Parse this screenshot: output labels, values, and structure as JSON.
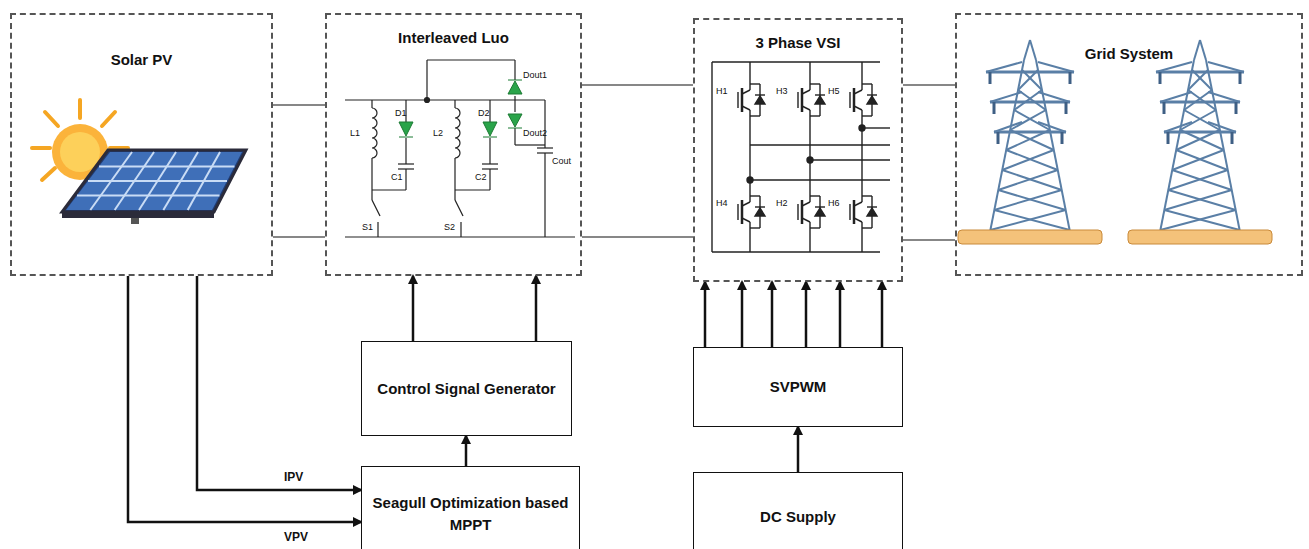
{
  "diagram": {
    "nodes": [
      {
        "text": [
          "Solar PV"
        ]
      },
      {
        "text": [
          "Interleaved Luo"
        ]
      },
      {
        "text": [
          "3 Phase VSI"
        ]
      },
      {
        "text": [
          "Grid System"
        ]
      },
      {
        "text": [
          "Control Signal Generator"
        ]
      },
      {
        "text": [
          "Seagull Optimization based MPPT"
        ]
      },
      {
        "text": [
          "SVPWM"
        ]
      },
      {
        "text": [
          "DC Supply"
        ]
      }
    ],
    "edges": [
      {
        "from": 0,
        "to": 1,
        "arrow": "none"
      },
      {
        "from": 0,
        "to": 1,
        "arrow": "none"
      },
      {
        "from": 1,
        "to": 2,
        "arrow": "none"
      },
      {
        "from": 1,
        "to": 2,
        "arrow": "none"
      },
      {
        "from": 2,
        "to": 3,
        "arrow": "none"
      },
      {
        "from": 2,
        "to": 3,
        "arrow": "none"
      },
      {
        "from": 4,
        "to": 1,
        "arrow": "to"
      },
      {
        "from": 4,
        "to": 1,
        "arrow": "to"
      },
      {
        "from": 5,
        "to": 4,
        "arrow": "to"
      },
      {
        "from": 0,
        "to": 5,
        "arrow": "to",
        "label": "IPV"
      },
      {
        "from": 0,
        "to": 5,
        "arrow": "to",
        "label": "VPV"
      },
      {
        "from": 6,
        "to": 2,
        "arrow": "to"
      },
      {
        "from": 6,
        "to": 2,
        "arrow": "to"
      },
      {
        "from": 6,
        "to": 2,
        "arrow": "to"
      },
      {
        "from": 6,
        "to": 2,
        "arrow": "to"
      },
      {
        "from": 6,
        "to": 2,
        "arrow": "to"
      },
      {
        "from": 6,
        "to": 2,
        "arrow": "to"
      },
      {
        "from": 7,
        "to": 6,
        "arrow": "to"
      }
    ],
    "labels": [
      "L1",
      "D1",
      "C1",
      "S1",
      "L2",
      "D2",
      "C2",
      "S2",
      "Dout1",
      "Dout2",
      "Cout",
      "H1",
      "H3",
      "H5",
      "H4",
      "H2",
      "H6"
    ]
  }
}
